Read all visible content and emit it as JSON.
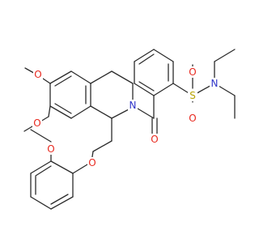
{
  "colors": {
    "bond": "#2b2b2b",
    "oxygen": "#e8281e",
    "nitrogen": "#2f35c9",
    "sulfur": "#b8a300",
    "background": "#ffffff"
  },
  "atoms": {
    "o_dimethoxy_upper": "O",
    "o_dimethoxy_lower": "O",
    "n_ring": "N",
    "o_carbonyl": "O",
    "o_ether": "O",
    "o_methoxyphenyl": "O",
    "s_sulfonyl": "S",
    "o_sulfonyl_top": "O",
    "o_sulfonyl_bottom": "O",
    "n_sulfonamide": "N"
  }
}
